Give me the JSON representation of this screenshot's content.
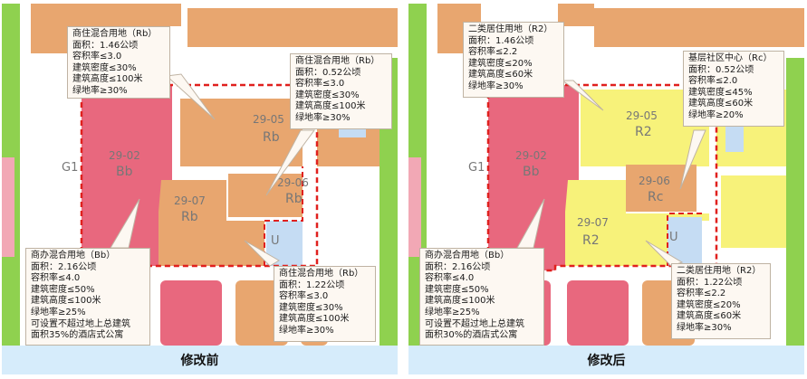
{
  "panels": [
    {
      "id": "before",
      "caption": "修改前",
      "map_labels": {
        "g1": "G1",
        "u": "U",
        "p0202_code": "29-02",
        "p0202_use": "Bb",
        "p0205_code": "29-05",
        "p0205_use": "Rb",
        "p0207_code": "29-07",
        "p0207_use": "Rb",
        "p0206_code": "29-06",
        "p0206_use": "Rb"
      },
      "callouts": [
        {
          "lines": [
            "商住混合用地（Rb）",
            "面积：1.46公顷",
            "容积率≤3.0",
            "建筑密度≤30%",
            "建筑高度≤100米",
            "绿地率≥30%"
          ]
        },
        {
          "lines": [
            "商住混合用地（Rb）",
            "面积：0.52公顷",
            "容积率≤3.0",
            "建筑密度≤30%",
            "建筑高度≤100米",
            "绿地率≥30%"
          ]
        },
        {
          "lines": [
            "商办混合用地（Bb）",
            "面积：2.16公顷",
            "容积率≤4.0",
            "建筑密度≤50%",
            "建筑高度≤100米",
            "绿地率≥25%",
            "可设置不超过地上总建筑",
            "面积35%的酒店式公寓"
          ]
        },
        {
          "lines": [
            "商住混合用地（Rb）",
            "面积：1.22公顷",
            "容积率≤3.0",
            "建筑密度≤30%",
            "建筑高度≤100米",
            "绿地率≥30%"
          ]
        }
      ]
    },
    {
      "id": "after",
      "caption": "修改后",
      "map_labels": {
        "g1": "G1",
        "u": "U",
        "p0202_code": "29-02",
        "p0202_use": "Bb",
        "p0205_code": "29-05",
        "p0205_use": "R2",
        "p0207_code": "29-07",
        "p0207_use": "R2",
        "p0206_code": "29-06",
        "p0206_use": "Rc"
      },
      "callouts": [
        {
          "lines": [
            "二类居住用地（R2）",
            "面积：1.46公顷",
            "容积率≤2.2",
            "建筑密度≤20%",
            "建筑高度≤60米",
            "绿地率≥30%"
          ]
        },
        {
          "lines": [
            "基层社区中心（Rc）",
            "面积：0.52公顷",
            "容积率≤2.0",
            "建筑密度≤45%",
            "建筑高度≤60米",
            "绿地率≥20%"
          ]
        },
        {
          "lines": [
            "商办混合用地（Bb）",
            "面积：2.16公顷",
            "容积率≤4.0",
            "建筑密度≤50%",
            "建筑高度≤100米",
            "绿地率≥25%",
            "可设置不超过地上总建筑",
            "面积30%的酒店式公寓"
          ]
        },
        {
          "lines": [
            "二类居住用地（R2）",
            "面积：1.22公顷",
            "容积率≤2.2",
            "建筑密度≤20%",
            "建筑高度≤60米",
            "绿地率≥30%"
          ]
        }
      ]
    }
  ],
  "colors": {
    "road": "#ffffff",
    "green": "#8fd14f",
    "commercial_mixed_Rb": "#e8a66f",
    "office_Bb": "#e8687e",
    "residential_R2": "#f7f27a",
    "community_Rc": "#e8a66f",
    "utility_U": "#c5dcf3",
    "boundary": "#e0201e",
    "caption_band": "#d6ecfb"
  }
}
